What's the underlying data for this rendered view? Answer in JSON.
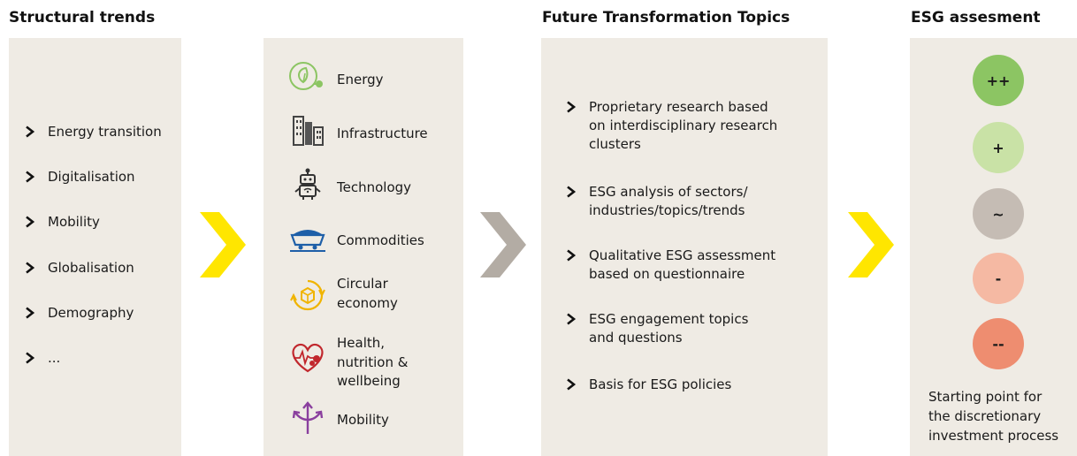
{
  "headings": {
    "structural": "Structural trends",
    "future": "Future Transformation Topics",
    "esg": "ESG assesment"
  },
  "trends": [
    "Energy transition",
    "Digitalisation",
    "Mobility",
    "Globalisation",
    "Demography",
    "..."
  ],
  "topics": [
    {
      "label": "Energy",
      "icon": "leaf-plug-icon"
    },
    {
      "label": "Infrastructure",
      "icon": "buildings-icon"
    },
    {
      "label": "Technology",
      "icon": "robot-icon"
    },
    {
      "label": "Commodities",
      "icon": "mine-cart-icon"
    },
    {
      "label": "Circular\neconomy",
      "icon": "recycle-box-icon"
    },
    {
      "label": "Health,\nnutrition &\nwellbeing",
      "icon": "heart-pulse-icon"
    },
    {
      "label": "Mobility",
      "icon": "route-arrows-icon"
    }
  ],
  "future_items": [
    "Proprietary research based\non interdisciplinary research\nclusters",
    "ESG analysis of sectors/\nindustries/topics/trends",
    "Qualitative ESG assessment\nbased on questionnaire",
    "ESG engagement topics\nand questions",
    "Basis for ESG policies"
  ],
  "esg_scale": [
    {
      "label": "++",
      "color": "#8cc563"
    },
    {
      "label": "+",
      "color": "#c9e2a6"
    },
    {
      "label": "~",
      "color": "#c5bcb4"
    },
    {
      "label": "-",
      "color": "#f5b9a3"
    },
    {
      "label": "--",
      "color": "#ee8d70"
    }
  ],
  "esg_note": "Starting point for\nthe discretionary\ninvestment process",
  "colors": {
    "panel": "#efebe4",
    "arrow_yellow": "#ffe600",
    "arrow_grey": "#b3aca4"
  }
}
